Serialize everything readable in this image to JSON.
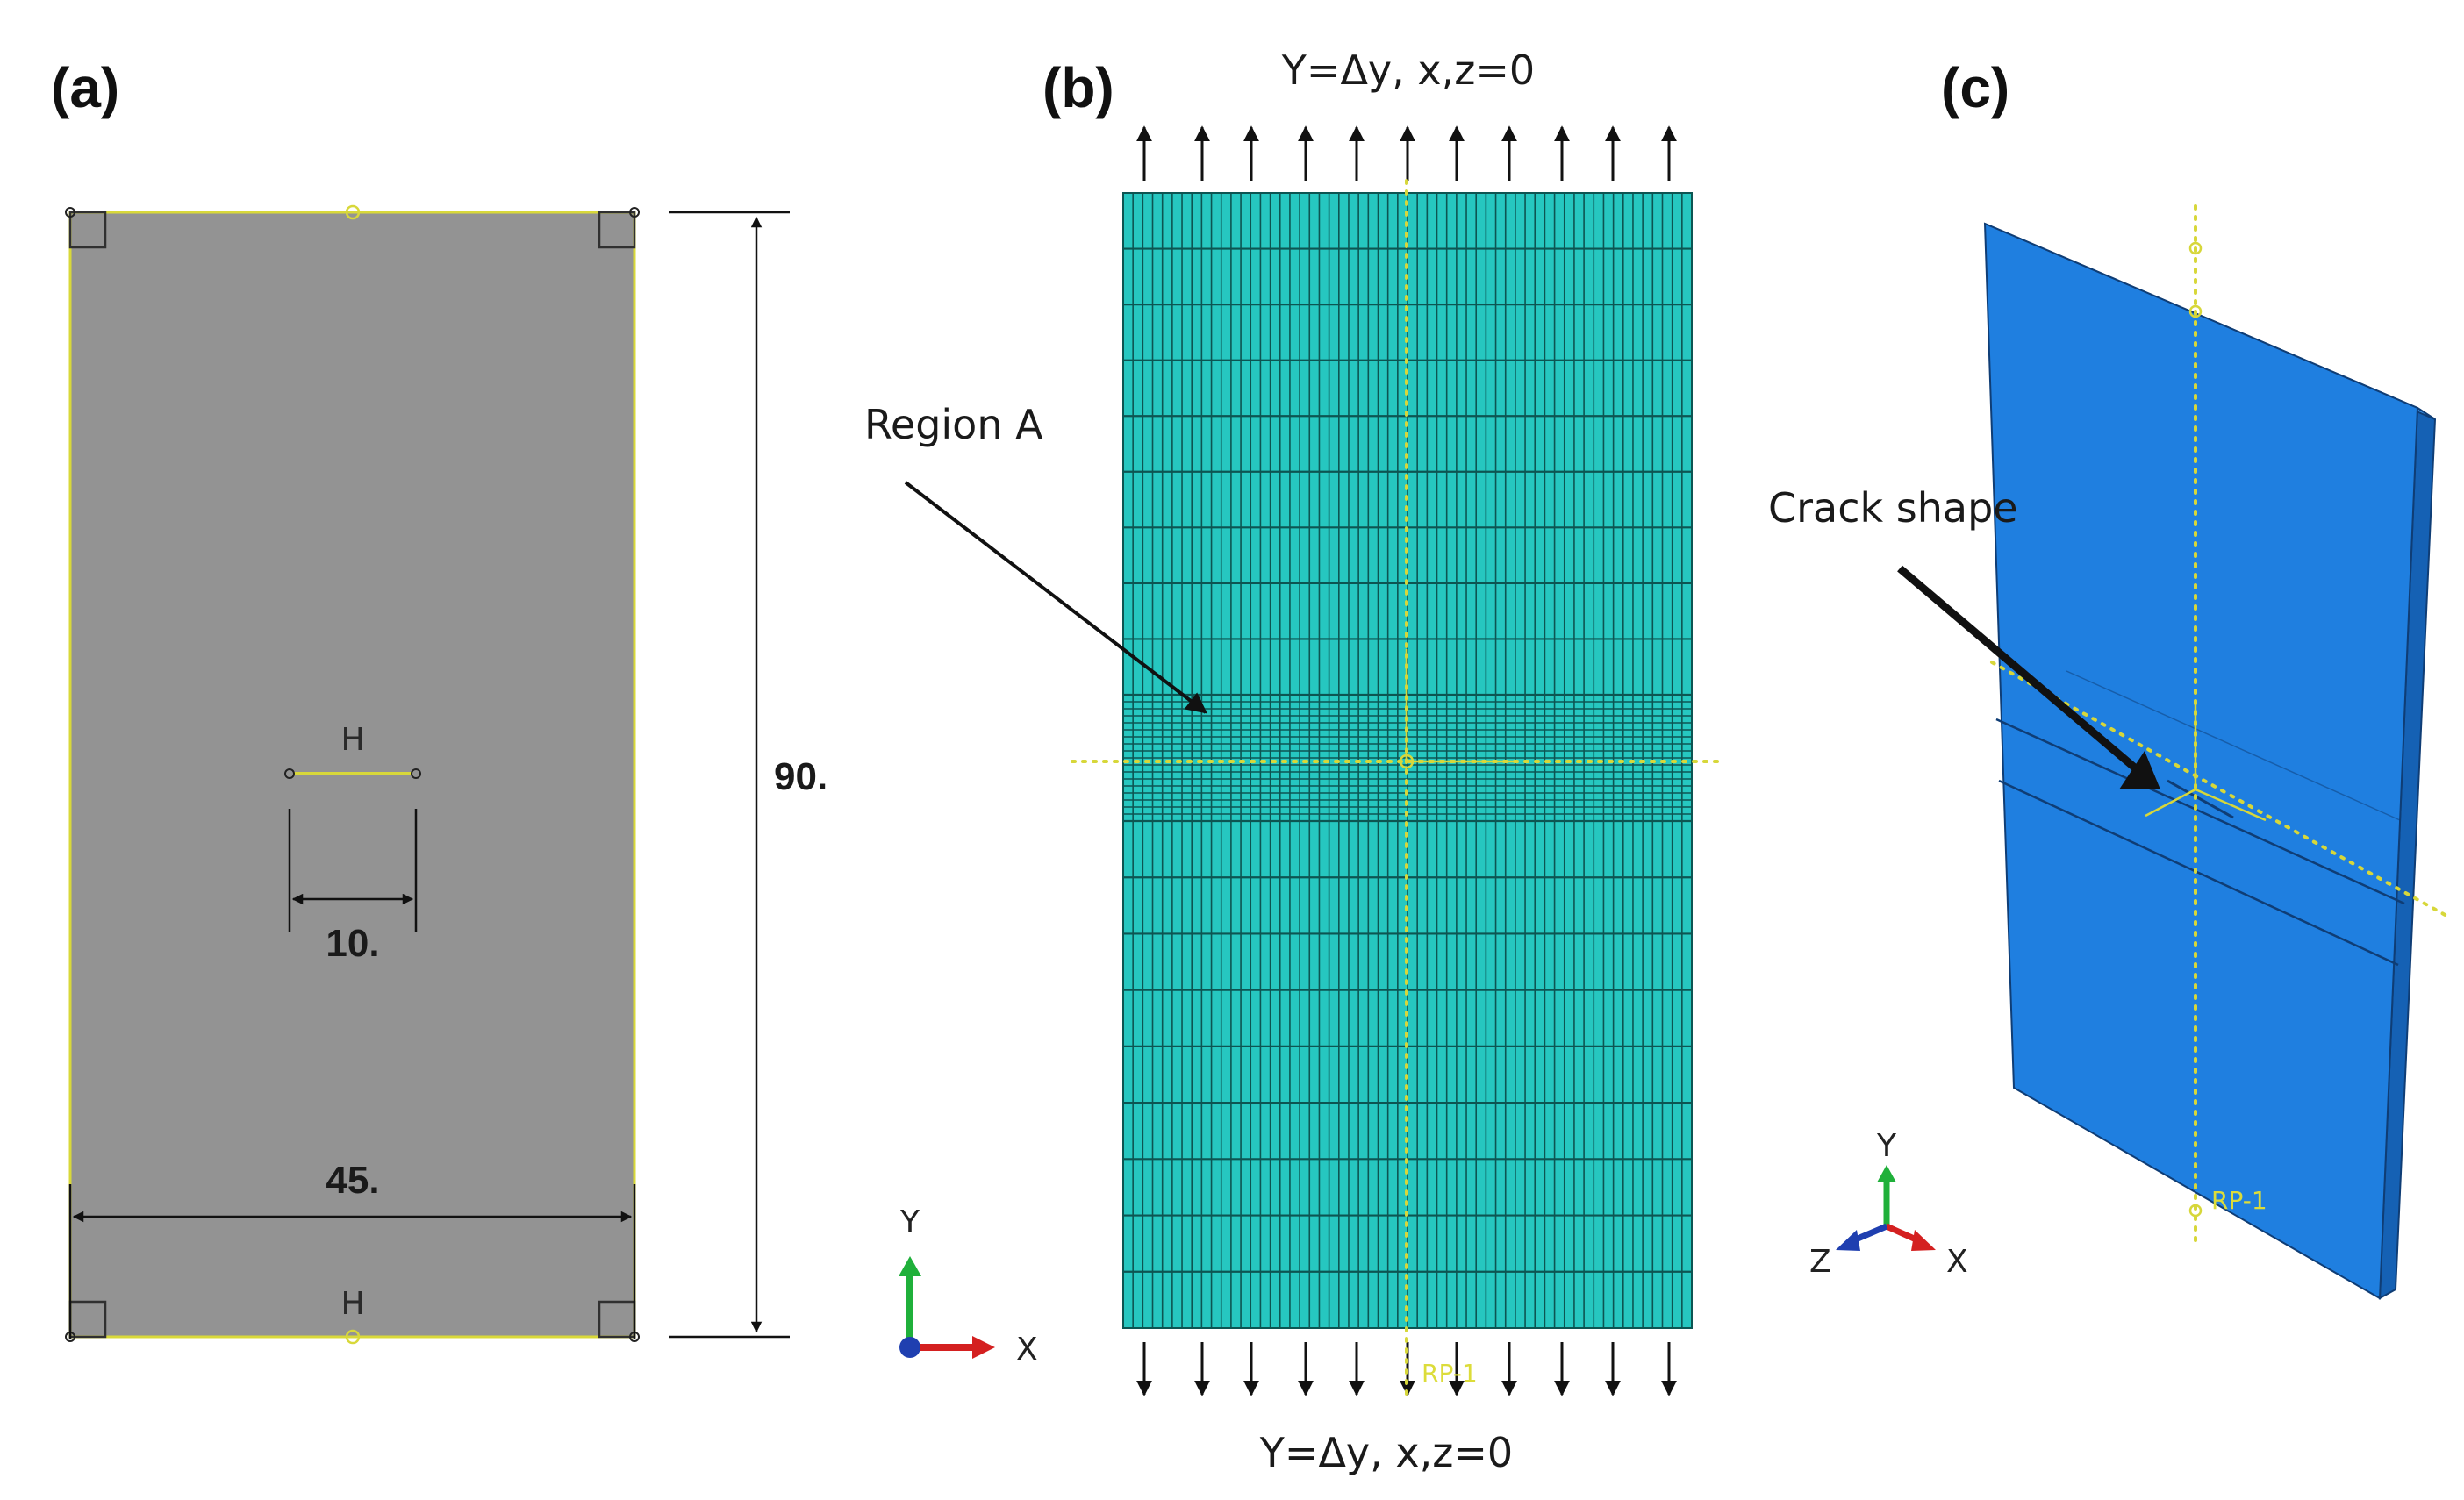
{
  "panels": {
    "a": {
      "label": "(a)",
      "dim_height": "90.",
      "dim_width": "45.",
      "dim_crack": "10.",
      "h_top": "H",
      "h_bottom": "H"
    },
    "b": {
      "label": "(b)",
      "bc_top": "Y=Δy, x,z=0",
      "bc_bottom": "Y=Δy, x,z=0",
      "region_label": "Region A",
      "axis_y": "Y",
      "axis_x": "X",
      "rp_label": "RP-1"
    },
    "c": {
      "label": "(c)",
      "crack_label": "Crack shape",
      "axis_y": "Y",
      "axis_x": "X",
      "axis_z": "Z",
      "rp_label": "RP-1"
    }
  },
  "colors": {
    "sketch_fill": "#939393",
    "sketch_edge": "#d8d83a",
    "mesh_fill": "#26c7c0",
    "mesh_line": "#0d5552",
    "plate_front": "#1f7fe0",
    "plate_side": "#1561b4",
    "plate_top": "#3a93ec",
    "datum": "#d7d73a",
    "axis_x": "#d42020",
    "axis_y": "#1fb03a",
    "axis_z": "#1f3fb0"
  }
}
